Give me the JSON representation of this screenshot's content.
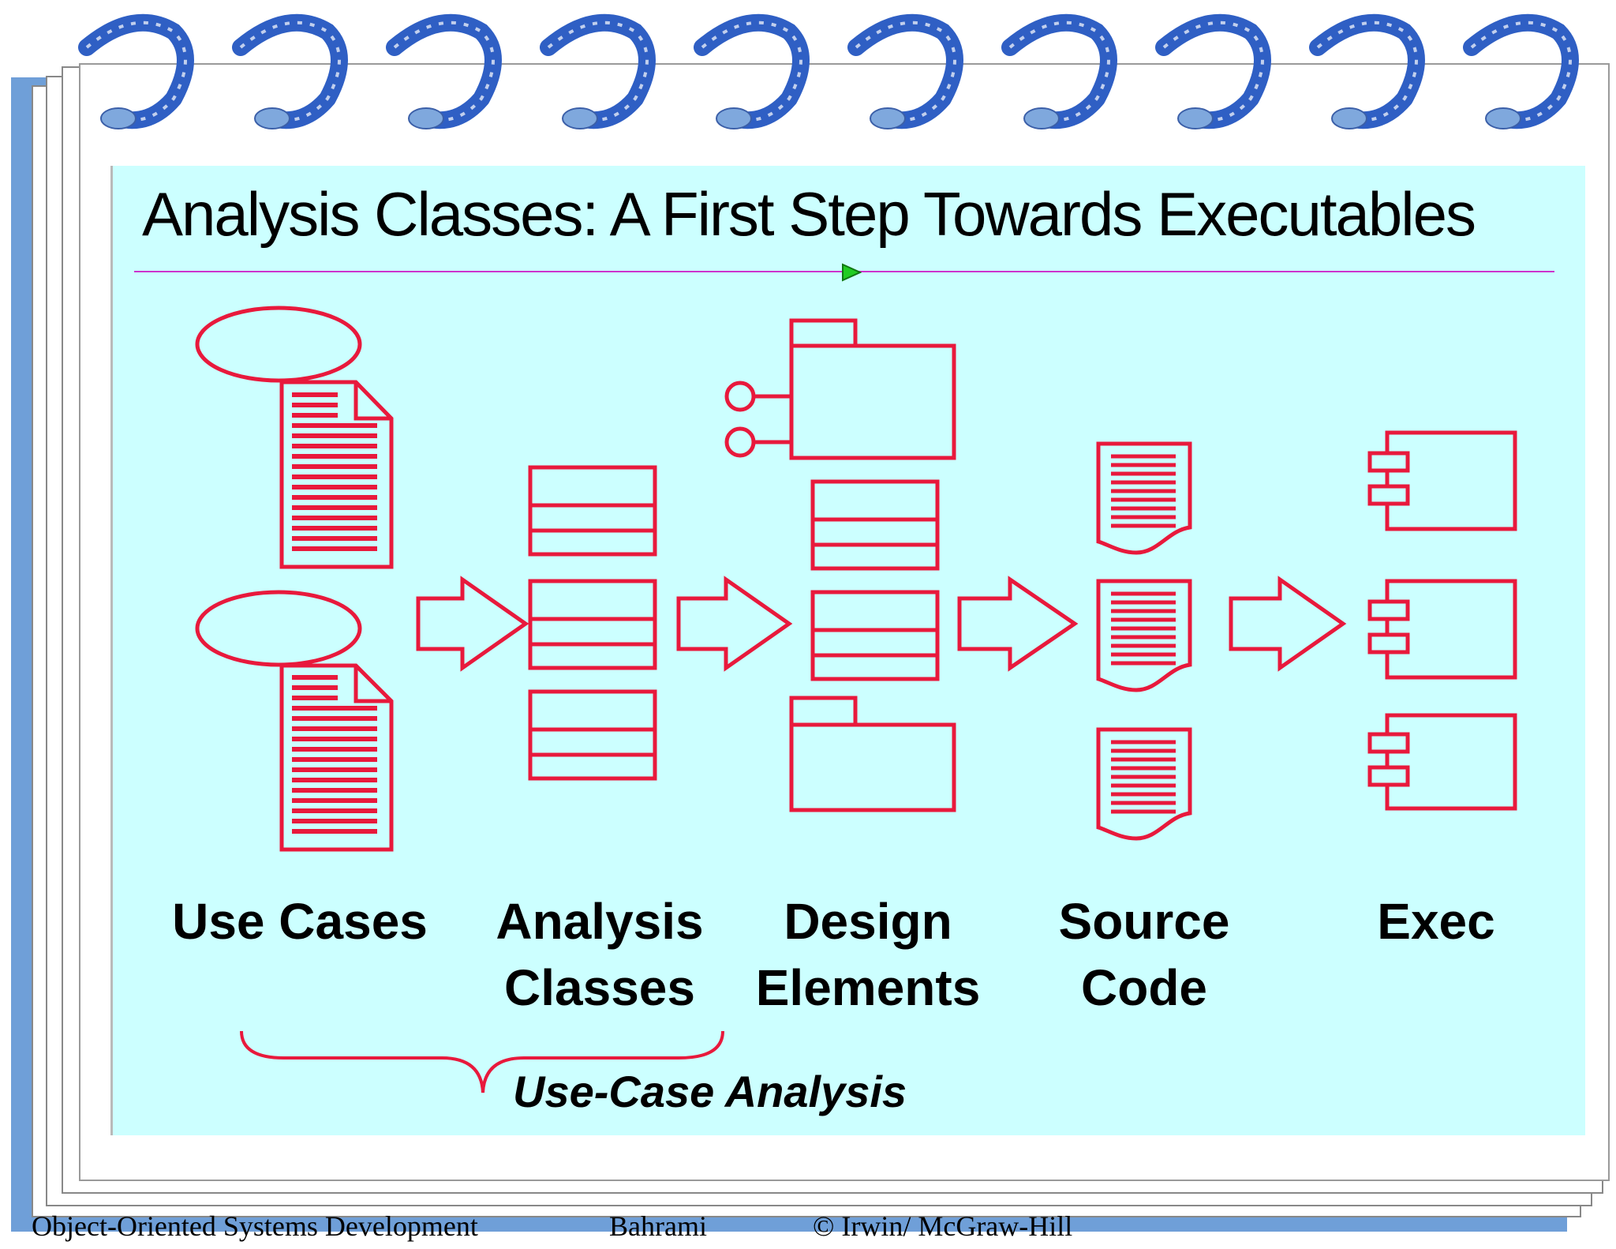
{
  "slide": {
    "title": "Analysis Classes: A First Step Towards Executables"
  },
  "stages": [
    {
      "line1": "Use Cases",
      "line2": ""
    },
    {
      "line1": "Analysis",
      "line2": "Classes"
    },
    {
      "line1": "Design",
      "line2": "Elements"
    },
    {
      "line1": "Source",
      "line2": "Code"
    },
    {
      "line1": "Exec",
      "line2": ""
    }
  ],
  "bracket_label": "Use-Case Analysis",
  "footer": {
    "course": "Object-Oriented Systems Development",
    "author": "Bahrami",
    "publisher": "© Irwin/ McGraw-Hill"
  },
  "colors": {
    "accent": "#e8193c",
    "slide_background": "#ccffff",
    "ring_blue": "#2f5fc4",
    "rule": "#cc33cc"
  }
}
